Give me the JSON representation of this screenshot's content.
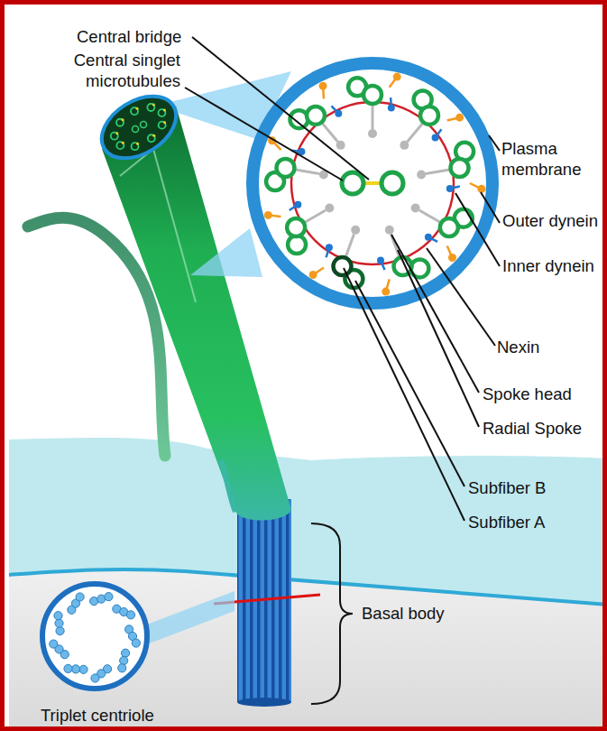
{
  "diagram": {
    "labels": [
      "Central bridge",
      "Central singlet microtubules",
      "Plasma membrane",
      "Outer dynein",
      "Inner dynein",
      "Nexin",
      "Spoke head",
      "Radial Spoke",
      "Subfiber B",
      "Subfiber A",
      "Basal body",
      "Triplet centriole"
    ]
  }
}
